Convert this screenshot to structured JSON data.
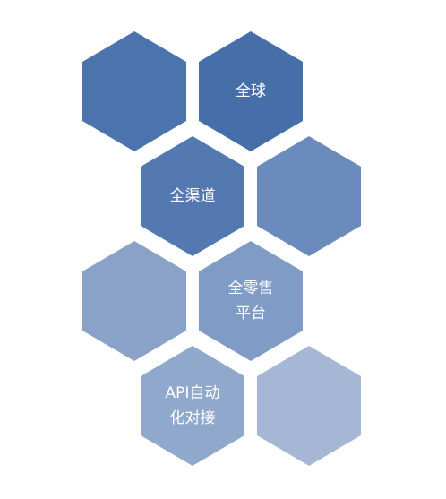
{
  "hexagons": [
    {
      "name": "hex-top-left",
      "color": "#4b74ae",
      "lines": []
    },
    {
      "name": "hex-top-right",
      "color": "#466fa9",
      "lines": [
        "全球"
      ]
    },
    {
      "name": "hex-row2-left",
      "color": "#5478b0",
      "lines": [
        "全渠道"
      ]
    },
    {
      "name": "hex-row2-right",
      "color": "#6b8bbc",
      "lines": []
    },
    {
      "name": "hex-row3-left",
      "color": "#8aa1c8",
      "lines": []
    },
    {
      "name": "hex-row3-right",
      "color": "#7f9bc6",
      "lines": [
        "全零售",
        "平台"
      ]
    },
    {
      "name": "hex-row4-left",
      "color": "#91a8cd",
      "lines": [
        "API自动",
        "化对接"
      ]
    },
    {
      "name": "hex-row4-right",
      "color": "#a6b7d6",
      "lines": []
    }
  ]
}
